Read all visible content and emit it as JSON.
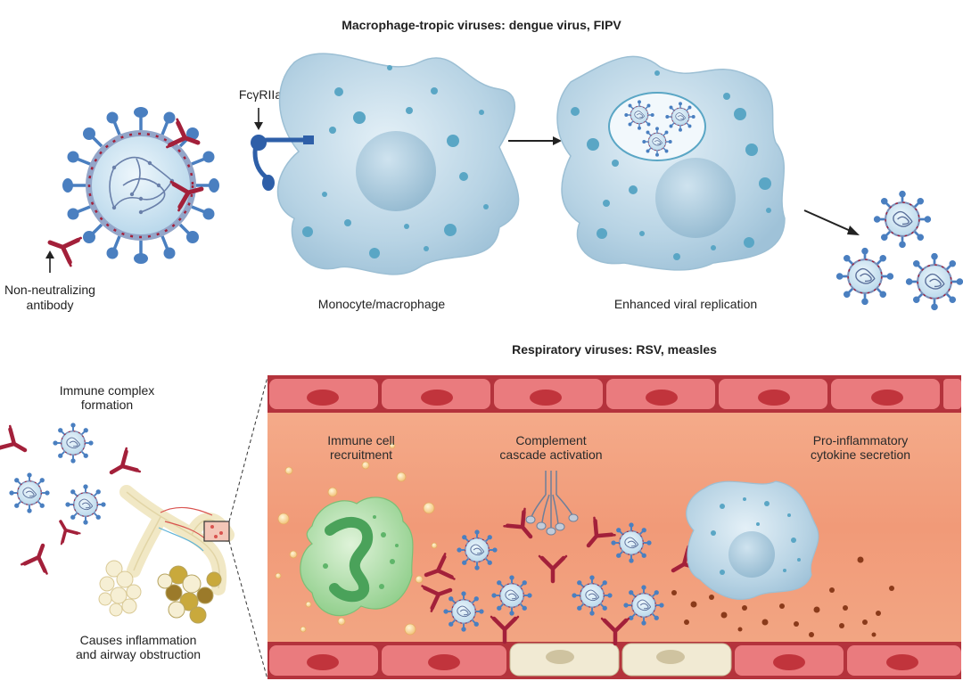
{
  "top_panel": {
    "title": "Macrophage-tropic viruses: dengue virus, FIPV",
    "receptor_label": "FcγRIIa",
    "antibody_label_line1": "Non-neutralizing",
    "antibody_label_line2": "antibody",
    "cell_label": "Monocyte/macrophage",
    "replication_label": "Enhanced viral replication"
  },
  "bottom_panel": {
    "title": "Respiratory viruses: RSV, measles",
    "immune_complex_line1": "Immune complex",
    "immune_complex_line2": "formation",
    "inflammation_line1": "Causes inflammation",
    "inflammation_line2": "and airway obstruction",
    "recruitment_line1": "Immune cell",
    "recruitment_line2": "recruitment",
    "complement_line1": "Complement",
    "complement_line2": "cascade activation",
    "cytokine_line1": "Pro-inflammatory",
    "cytokine_line2": "cytokine secretion"
  },
  "colors": {
    "antibody": "#a3203a",
    "virus_core": "#cfe6f4",
    "spike": "#4a7fc0",
    "macrophage": "#b9d6e6",
    "vessel_bg": "#f2a07f",
    "endothelium": "#e8767a",
    "neutrophil": "#9fd69a"
  }
}
